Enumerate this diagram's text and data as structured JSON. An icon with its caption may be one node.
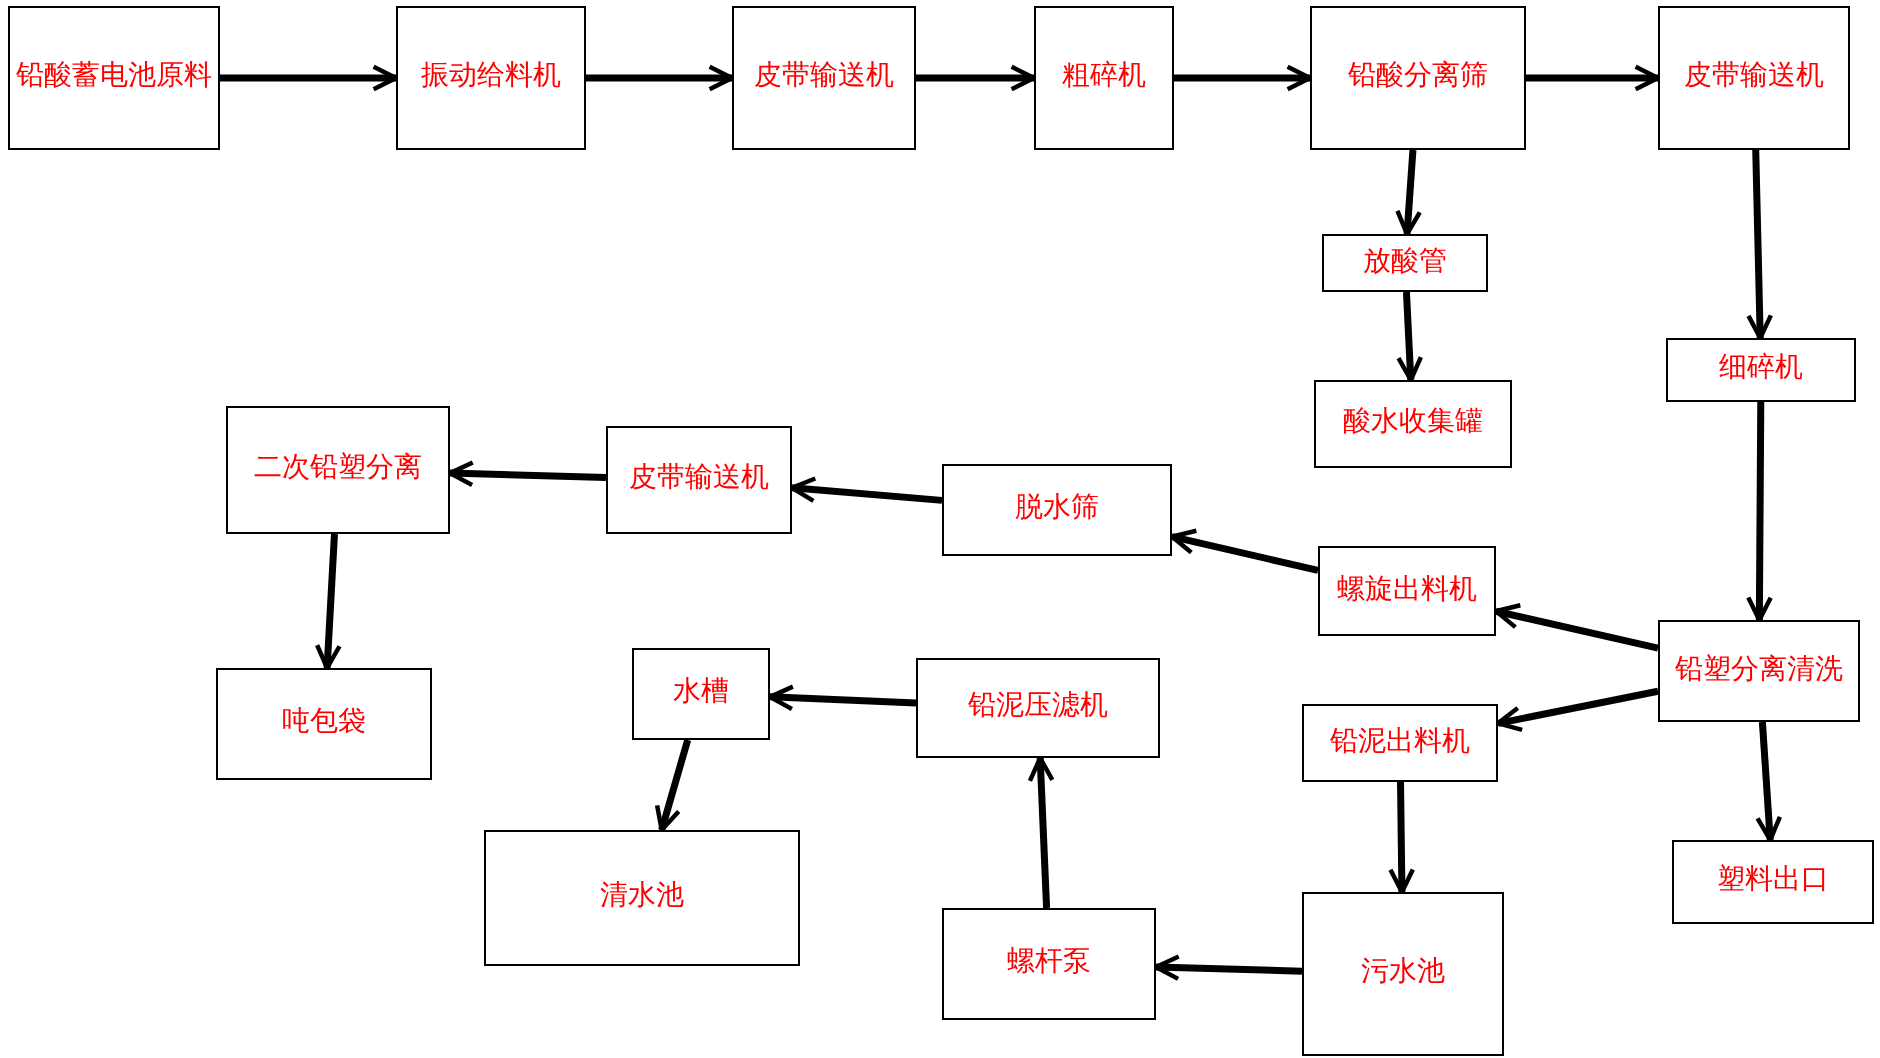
{
  "diagram": {
    "nodes": [
      {
        "text": [
          "铅酸蓄电池原料"
        ]
      },
      {
        "text": [
          "振动给料机"
        ]
      },
      {
        "text": [
          "皮带输送机"
        ]
      },
      {
        "text": [
          "粗碎机"
        ]
      },
      {
        "text": [
          "铅酸分离筛"
        ]
      },
      {
        "text": [
          "皮带输送机"
        ]
      },
      {
        "text": [
          "放酸管"
        ]
      },
      {
        "text": [
          "细碎机"
        ]
      },
      {
        "text": [
          "酸水收集罐"
        ]
      },
      {
        "text": [
          "二次铅塑分离"
        ]
      },
      {
        "text": [
          "皮带输送机"
        ]
      },
      {
        "text": [
          "脱水筛"
        ]
      },
      {
        "text": [
          "螺旋出料机"
        ]
      },
      {
        "text": [
          "铅塑分离清洗"
        ]
      },
      {
        "text": [
          "吨包袋"
        ]
      },
      {
        "text": [
          "水槽"
        ]
      },
      {
        "text": [
          "铅泥压滤机"
        ]
      },
      {
        "text": [
          "铅泥出料机"
        ]
      },
      {
        "text": [
          "清水池"
        ]
      },
      {
        "text": [
          "塑料出口"
        ]
      },
      {
        "text": [
          "螺杆泵"
        ]
      },
      {
        "text": [
          "污水池"
        ]
      }
    ],
    "edges": [
      {
        "from": 0,
        "to": 1,
        "arrow": "to"
      },
      {
        "from": 1,
        "to": 2,
        "arrow": "to"
      },
      {
        "from": 2,
        "to": 3,
        "arrow": "to"
      },
      {
        "from": 3,
        "to": 4,
        "arrow": "to"
      },
      {
        "from": 4,
        "to": 5,
        "arrow": "to"
      },
      {
        "from": 4,
        "to": 6,
        "arrow": "to"
      },
      {
        "from": 6,
        "to": 8,
        "arrow": "to"
      },
      {
        "from": 5,
        "to": 7,
        "arrow": "to"
      },
      {
        "from": 7,
        "to": 13,
        "arrow": "to"
      },
      {
        "from": 13,
        "to": 12,
        "arrow": "to"
      },
      {
        "from": 13,
        "to": 17,
        "arrow": "to"
      },
      {
        "from": 13,
        "to": 19,
        "arrow": "to"
      },
      {
        "from": 12,
        "to": 11,
        "arrow": "to"
      },
      {
        "from": 11,
        "to": 10,
        "arrow": "to"
      },
      {
        "from": 10,
        "to": 9,
        "arrow": "to"
      },
      {
        "from": 9,
        "to": 14,
        "arrow": "to"
      },
      {
        "from": 17,
        "to": 21,
        "arrow": "to"
      },
      {
        "from": 21,
        "to": 20,
        "arrow": "to"
      },
      {
        "from": 20,
        "to": 16,
        "arrow": "to"
      },
      {
        "from": 16,
        "to": 15,
        "arrow": "to"
      },
      {
        "from": 15,
        "to": 18,
        "arrow": "to"
      }
    ]
  }
}
